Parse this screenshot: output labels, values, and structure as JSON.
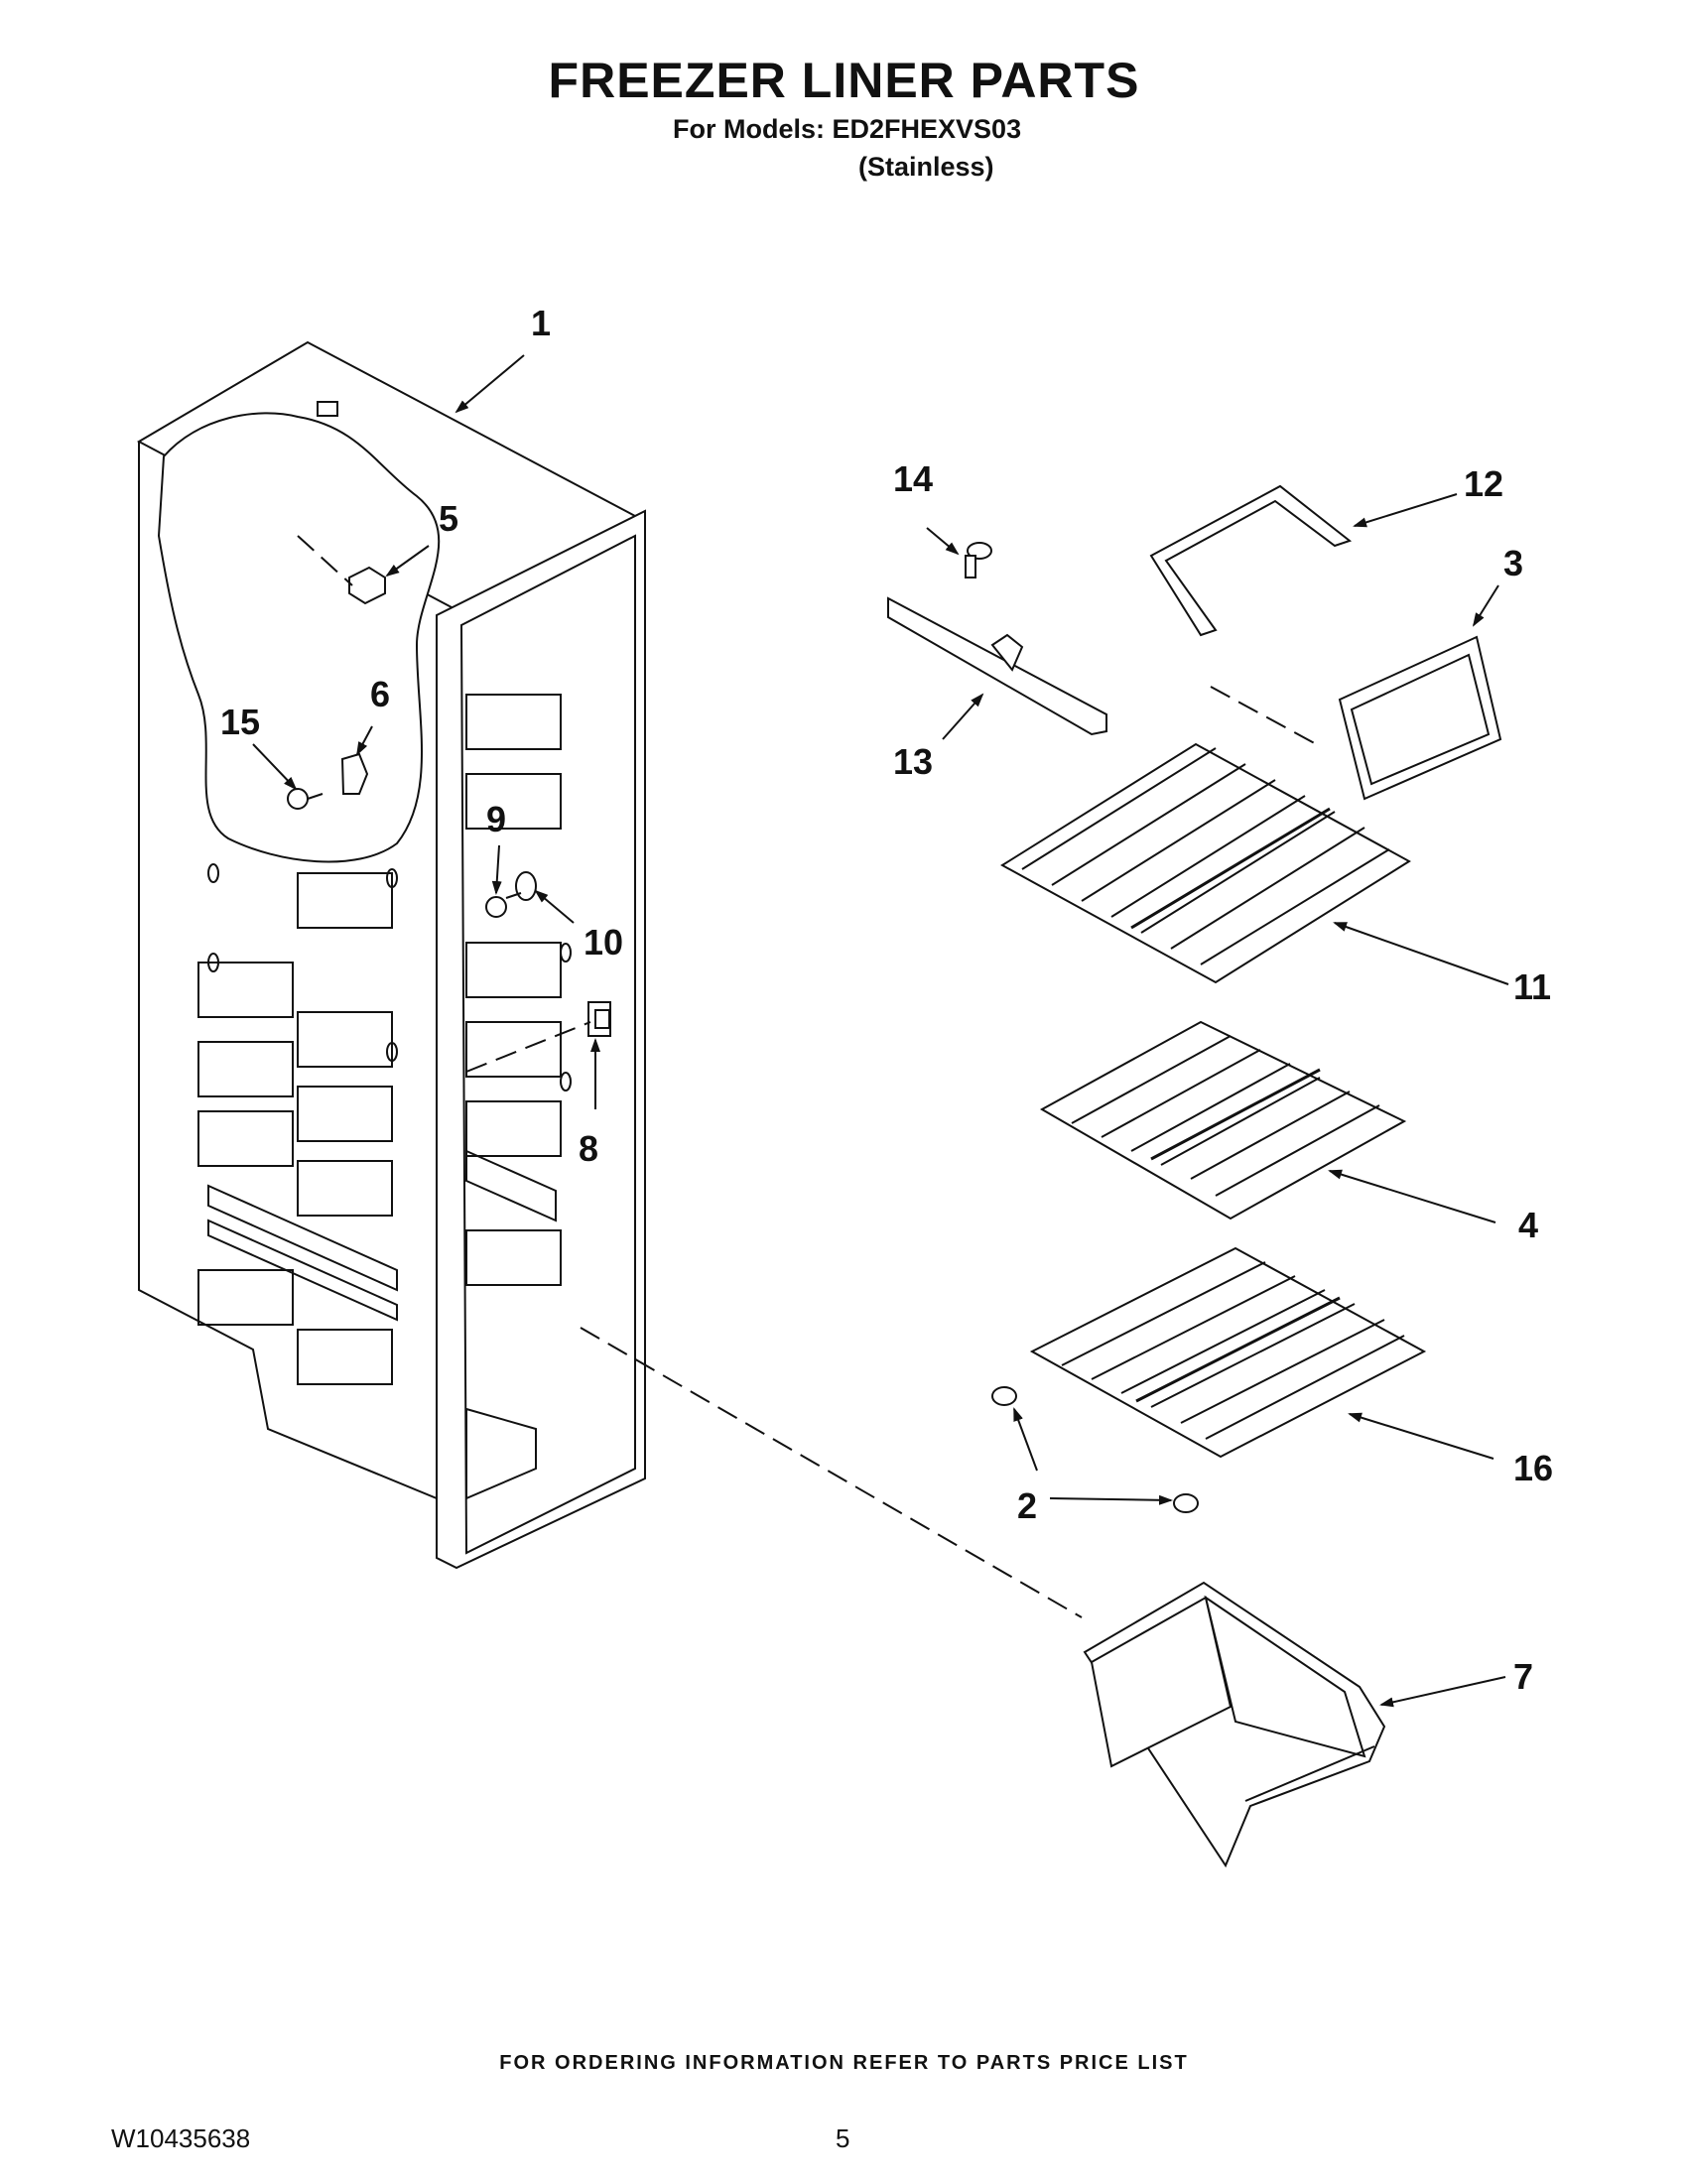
{
  "header": {
    "title": "FREEZER LINER PARTS",
    "models_line": "For Models: ED2FHEXVS03",
    "variant": "(Stainless)"
  },
  "callouts": {
    "c1": "1",
    "c2": "2",
    "c3": "3",
    "c4": "4",
    "c5": "5",
    "c6": "6",
    "c7": "7",
    "c8": "8",
    "c9": "9",
    "c10": "10",
    "c11": "11",
    "c12": "12",
    "c13": "13",
    "c14": "14",
    "c15": "15",
    "c16": "16"
  },
  "footer": {
    "ordering_note": "FOR ORDERING INFORMATION REFER TO PARTS PRICE LIST",
    "doc_number": "W10435638",
    "page_number": "5"
  }
}
